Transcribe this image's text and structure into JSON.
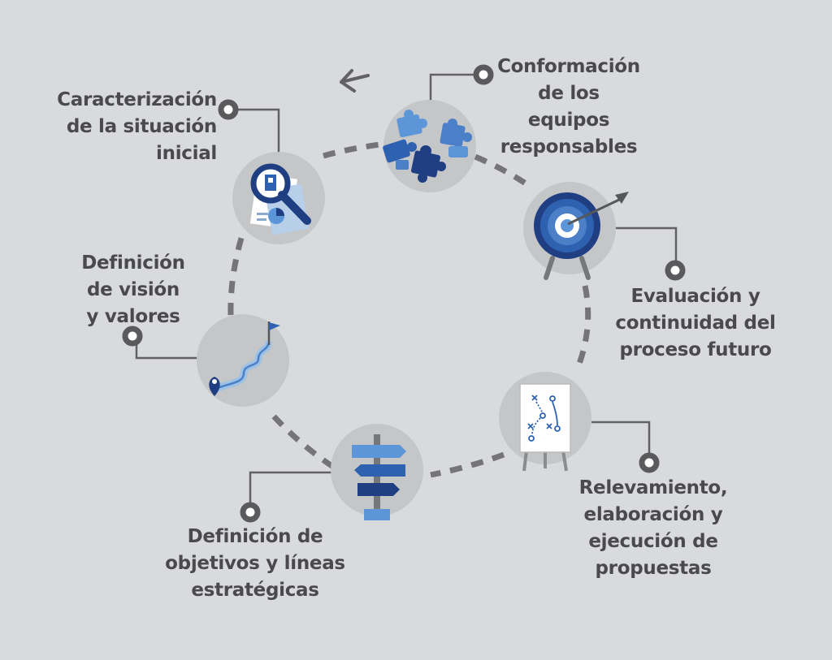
{
  "diagram": {
    "type": "cycle",
    "direction": "counterclockwise",
    "colors": {
      "background": "#d9dadb",
      "icon_circle": "#c4c6c8",
      "dash": "#757578",
      "connector": "#626265",
      "text": "#4a4a4c",
      "blue_dark": "#1f3f82",
      "blue_mid": "#2e62b0",
      "blue_light": "#5d96d8"
    },
    "steps": [
      {
        "label": "Caracterización\nde la situación\ninicial",
        "icon": "magnifier-document-icon"
      },
      {
        "label": "Conformación\nde los equipos\nresponsables",
        "icon": "puzzle-pieces-icon"
      },
      {
        "label": "Evaluación y\ncontinuidad del\nproceso futuro",
        "icon": "target-arrow-icon"
      },
      {
        "label": "Relevamiento,\nelaboración y\nejecución de\npropuestas",
        "icon": "strategy-board-icon"
      },
      {
        "label": "Definición de\nobjetivos y líneas\nestratégicas",
        "icon": "signpost-icon"
      },
      {
        "label": "Definición\nde visión\ny valores",
        "icon": "path-flag-icon"
      }
    ],
    "cycle_arrow_icon": "arrow-left-icon"
  }
}
